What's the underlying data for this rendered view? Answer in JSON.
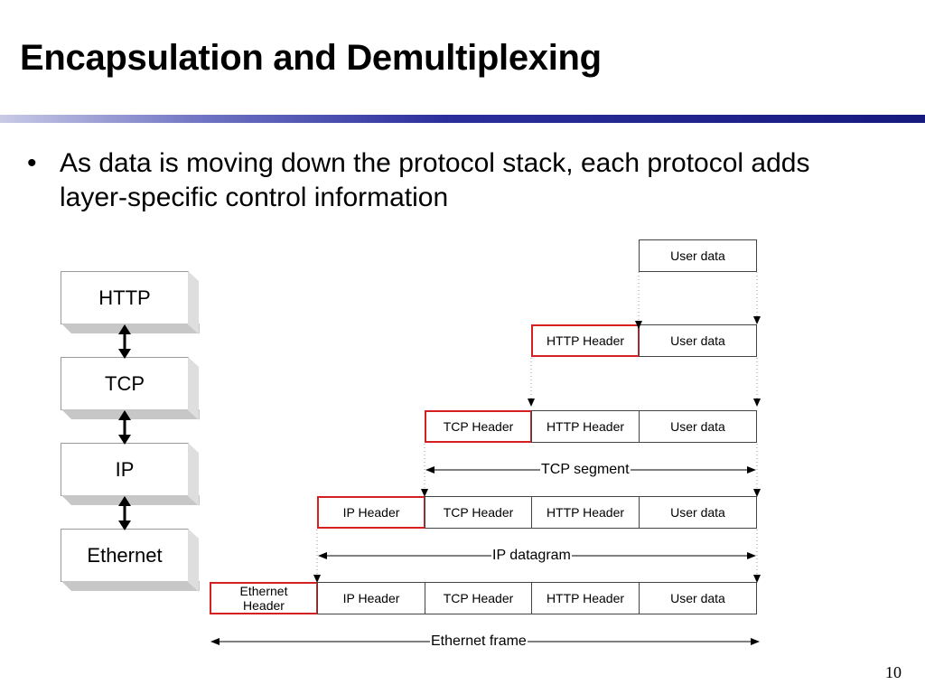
{
  "title": "Encapsulation and Demultiplexing",
  "bullet": "As data is moving down the protocol stack, each protocol adds layer-specific control information",
  "bullet_symbol": "•",
  "stack": [
    "HTTP",
    "TCP",
    "IP",
    "Ethernet"
  ],
  "rows": [
    {
      "cells": [
        "User data"
      ]
    },
    {
      "cells": [
        "HTTP Header",
        "User data"
      ]
    },
    {
      "cells": [
        "TCP Header",
        "HTTP Header",
        "User data"
      ]
    },
    {
      "cells": [
        "IP Header",
        "TCP Header",
        "HTTP Header",
        "User data"
      ]
    },
    {
      "cells": [
        "Ethernet Header",
        "IP Header",
        "TCP Header",
        "HTTP Header",
        "User data"
      ]
    }
  ],
  "spans": {
    "tcp": "TCP segment",
    "ip": "IP datagram",
    "eth": "Ethernet frame"
  },
  "page_number": "10",
  "colors": {
    "header_border": "#d42020",
    "rule_dark": "#151a7e"
  }
}
